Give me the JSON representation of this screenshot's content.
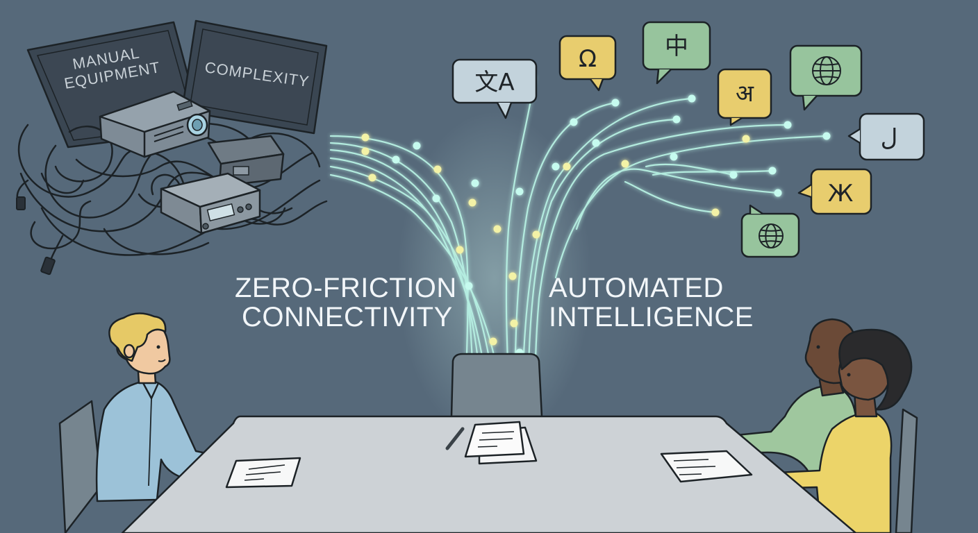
{
  "monitors": {
    "left_label_line1": "MANUAL",
    "left_label_line2": "EQUIPMENT",
    "right_label": "COMPLEXITY"
  },
  "captions": {
    "left_line1": "ZERO-FRICTION",
    "left_line2": "CONNECTIVITY",
    "right_line1": "AUTOMATED",
    "right_line2": "INTELLIGENCE"
  },
  "bubbles": [
    {
      "glyph": "文A",
      "color": "#c3d3dc",
      "icon": "translate-icon"
    },
    {
      "glyph": "Ω",
      "color": "#e8cd6e",
      "icon": "omega-glyph"
    },
    {
      "glyph": "中",
      "color": "#97c49d",
      "icon": "chinese-glyph"
    },
    {
      "glyph": "अ",
      "color": "#e8cd6e",
      "icon": "devanagari-glyph"
    },
    {
      "glyph": "",
      "color": "#97c49d",
      "icon": "globe-icon"
    },
    {
      "glyph": "ل",
      "color": "#c3d3dc",
      "icon": "arabic-glyph"
    },
    {
      "glyph": "Ж",
      "color": "#e8cd6e",
      "icon": "cyrillic-glyph"
    },
    {
      "glyph": "",
      "color": "#97c49d",
      "icon": "globe-icon"
    }
  ],
  "colors": {
    "background": "#56697a",
    "fiber": "#b8f2e4",
    "node_cyan": "#c6fbef",
    "node_yellow": "#f3f2a6",
    "table": "#cdd2d6",
    "person_left_shirt": "#9cc2d8",
    "person_right_shirt": "#9fc79e",
    "person_front_shirt": "#ecd469"
  }
}
